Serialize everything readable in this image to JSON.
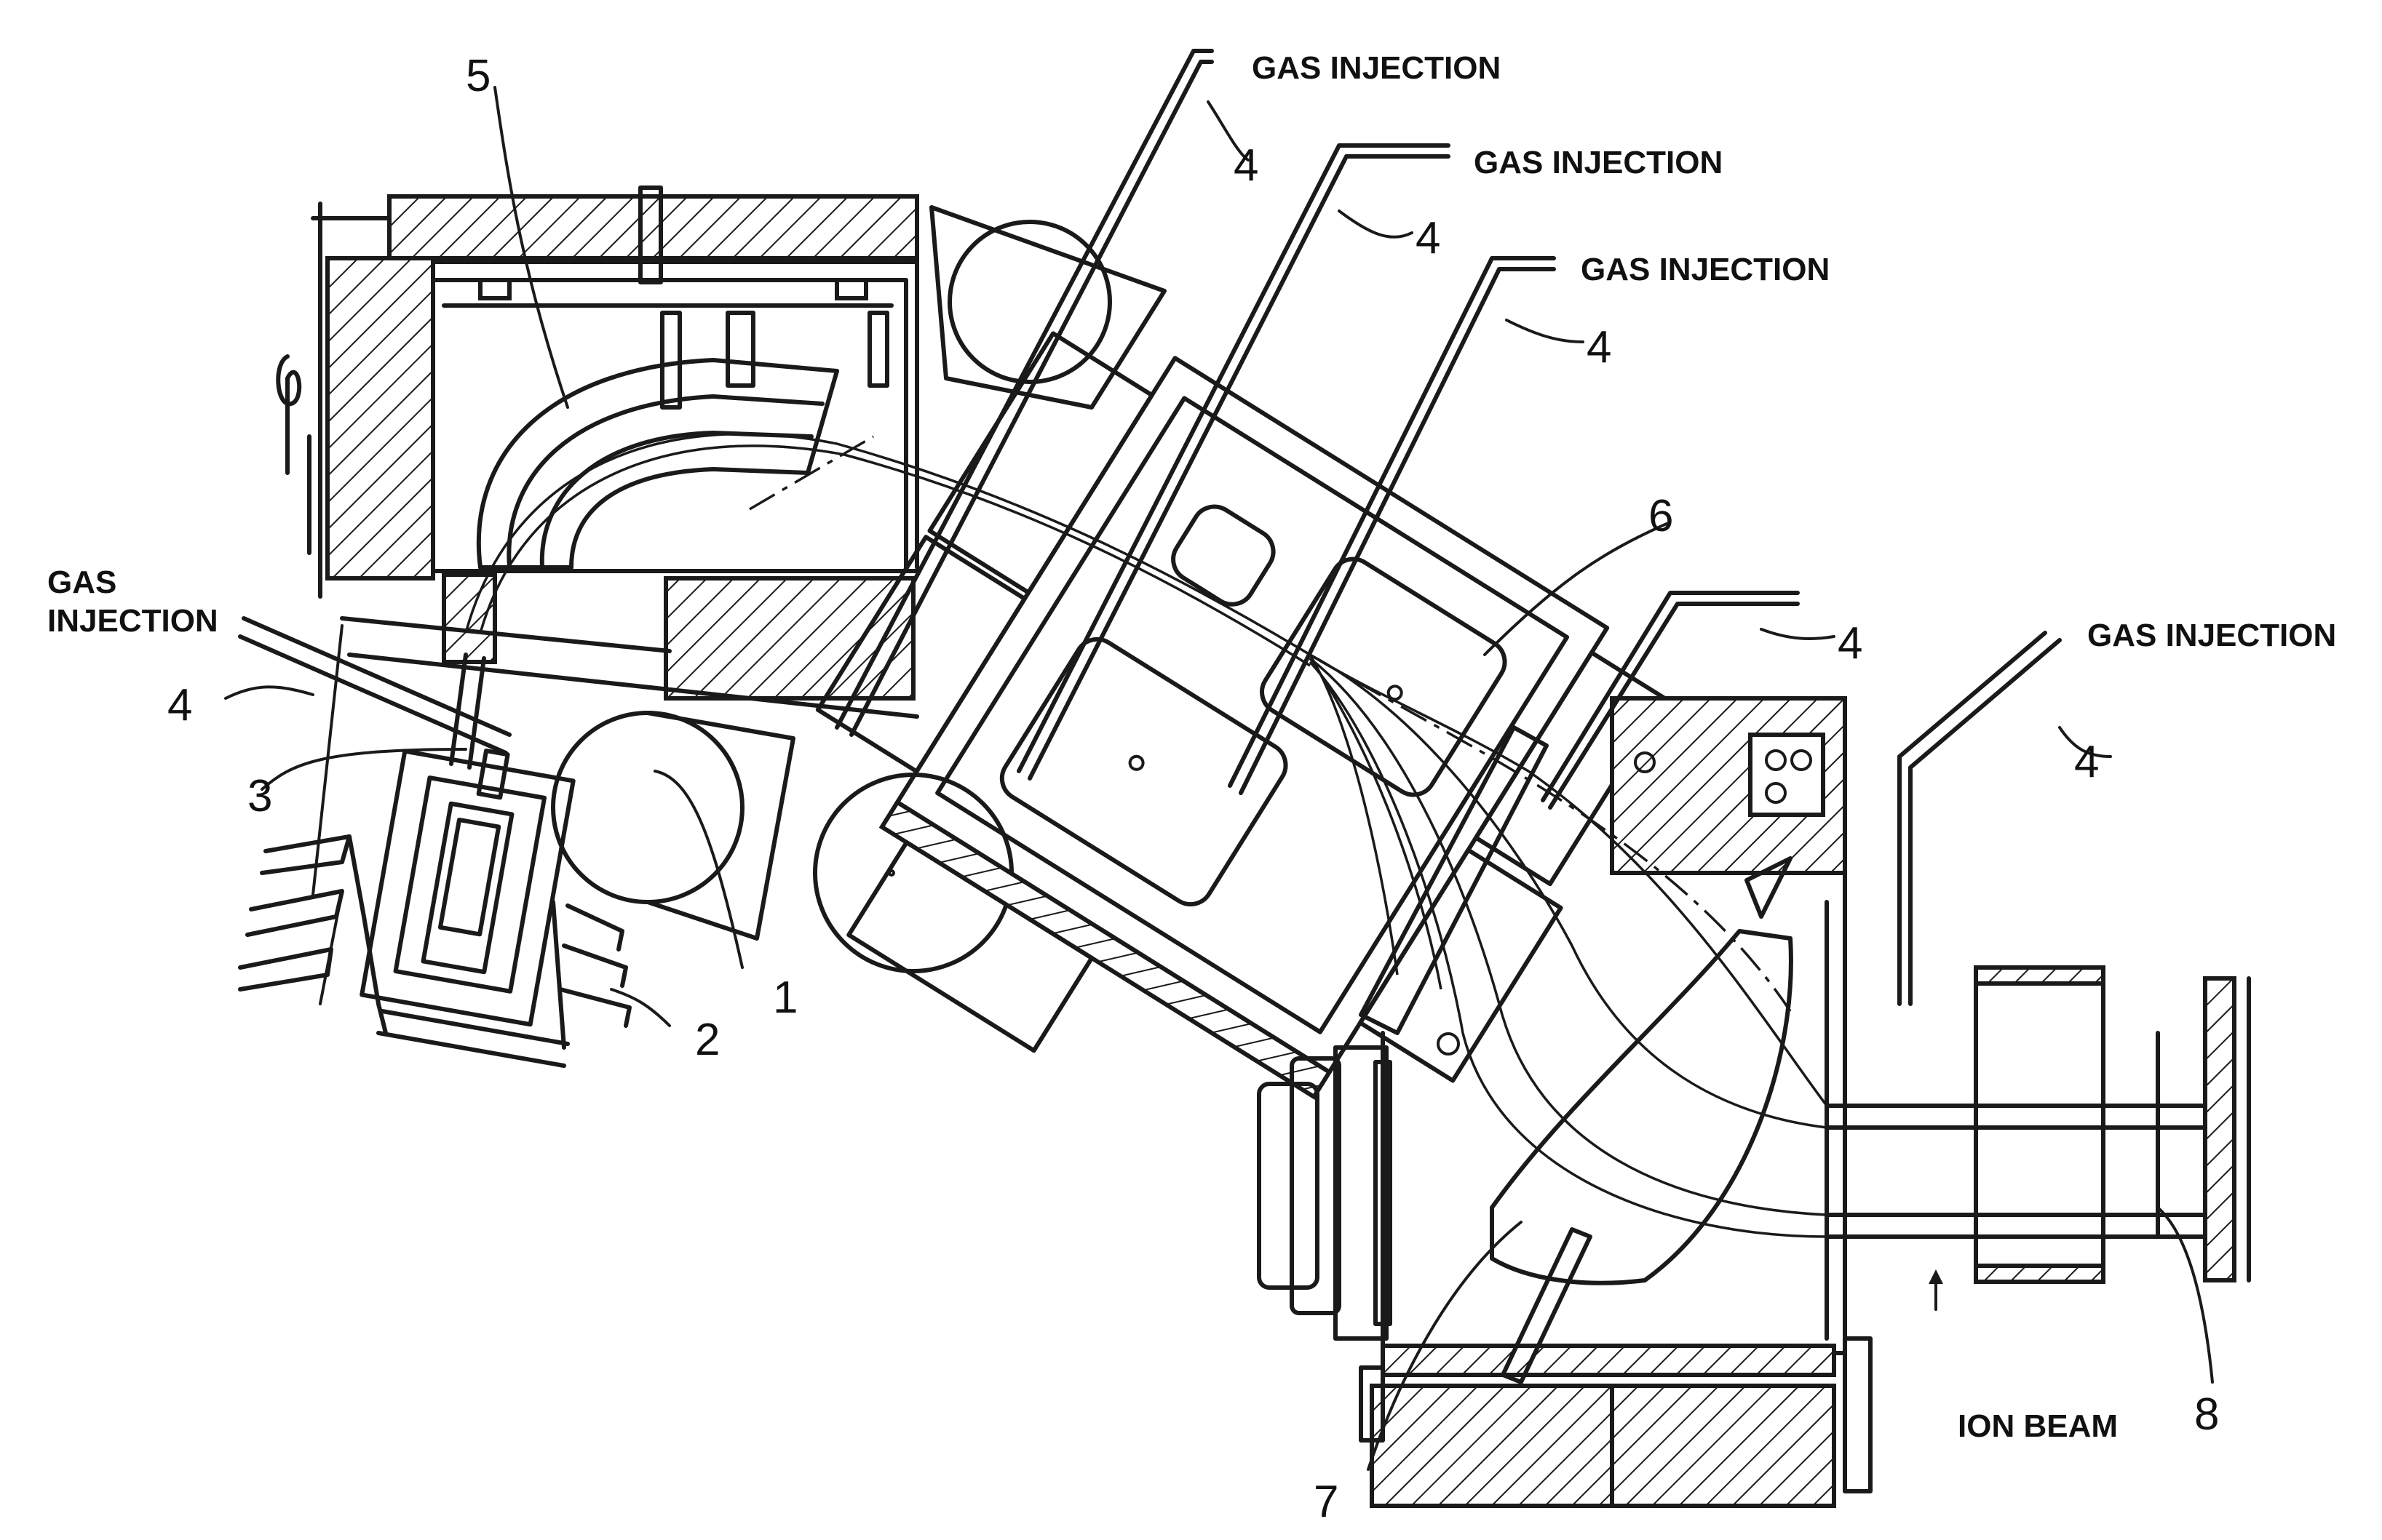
{
  "labels": {
    "gas_injection_1": "GAS INJECTION",
    "gas_injection_2": "GAS INJECTION",
    "gas_injection_3": "GAS INJECTION",
    "gas_injection_right": "GAS INJECTION",
    "gas_injection_left_line1": "GAS",
    "gas_injection_left_line2": "INJECTION",
    "ion_beam": "ION BEAM",
    "num_1": "1",
    "num_2": "2",
    "num_3": "3",
    "num_4_a": "4",
    "num_4_b": "4",
    "num_4_c": "4",
    "num_4_d": "4",
    "num_4_e": "4",
    "num_4_left": "4",
    "num_5": "5",
    "num_6": "6",
    "num_7": "7",
    "num_8": "8"
  },
  "colors": {
    "ink": "#1a1a1a",
    "paper": "#ffffff"
  }
}
